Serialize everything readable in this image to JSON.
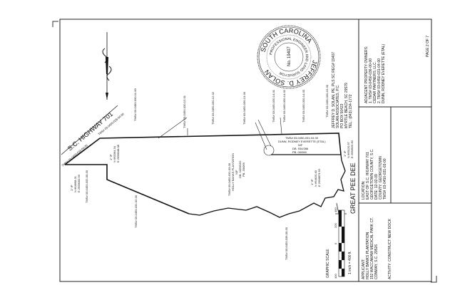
{
  "highway": "S.C. HIGHWAY 701",
  "river": "GREAT PEE DEE",
  "tms": {
    "hwy_a": "TMS# 03-0450-033-00-00",
    "hwy_b": "TMS# 03-0450-035-00-00",
    "n1": "TMS# 03-0450-030-11-00",
    "n2": "TMS# 03-0450-030-12-01",
    "n3": "TMS# 03-0450-030-12-02",
    "n4": "TMS# 03-0450-030-13-00",
    "n5": "TMS# 03-0450-030-14-01",
    "n6": "TMS# 03-0450-030-14-02",
    "n7": "TMS# 03-0450-030-14-00",
    "n8": "TMS# 03-0450-030-15-00",
    "w1": "TMS# 03-0450-032-00-00",
    "w2": "TMS# 03-0450-031-02-00",
    "s1": "TMS# 03-0450-036-00-00"
  },
  "holly_parcel": [
    "TMS# 03-0450-031-03-00",
    "HOLLY BANKS PLANTATION",
    "N/F",
    "DB. 1056/162",
    "PB. 30/069"
  ],
  "dunn_parcel": [
    "TMS# 03-0450-031-04-00",
    "DUNN, RODNEY EVERETTE (ETAL)",
    "N/F",
    "DB. 934/286",
    "PB. 00/060"
  ],
  "points": {
    "p1": [
      "1\" IP",
      "N 665364.34",
      "E 2558048.08"
    ],
    "p2": [
      "1\" IP",
      "N 664620.40",
      "E 2558873.53"
    ],
    "p3": [
      "1\" IP",
      "N 665120.57",
      "E 2558929.50"
    ],
    "p4": [
      "1\" IP",
      "N 664958.21",
      "E 2558000.93"
    ]
  },
  "surveyor": [
    "JEFFREY D. SOLAN, PE, PLS    SC REG# 19407",
    "SOLAN ASSOCIATES, P.C.",
    "PO BOX 50423",
    "MYRTLE BEACH, SC 29579",
    "TEL.: (843) 234-1772"
  ],
  "seal": {
    "top": "SOUTH CAROLINA",
    "ring": "PROFESSIONAL ENGINEER AND LAND SURVEYOR",
    "bottom": "JEFFREY D. SOLAN",
    "number": "No. 19407"
  },
  "scale": {
    "title": "GRAPHIC SCALE",
    "ratio": "1 inch = 400 ft.",
    "ticks": [
      "400",
      "0",
      "200",
      "400"
    ]
  },
  "title_block": {
    "adjacent": [
      "ADJACENT PROPERTY OWNERS:",
      "1. TMS# 03-0450-036-00-00",
      "    CEDAR PARTNERS, LLC.",
      "2. TMS# 03-0450-031-04-00",
      "DUNN, RODNEY EVERETTE (ETAL)"
    ],
    "page": "PAGE 2 OF 7",
    "location": [
      "LOCATION:",
      "EAST OF S.C. HIGHWAY 701",
      "GEORGETOWN COUNTY, S.C.",
      "DATE: 12-02-09",
      "COUNTY: GEORGETOWN",
      "TMS# 03-0450-031-03-00"
    ],
    "applicant": [
      "APPLICANT:",
      "HOLLY BANKS PLANTATION",
      "152 WACCAMAW MEDICAL PARK CT.",
      "CONWAY, S.C. 29526"
    ],
    "activity": "ACTIVITY: CONSTRUCT NEW DOCK"
  }
}
